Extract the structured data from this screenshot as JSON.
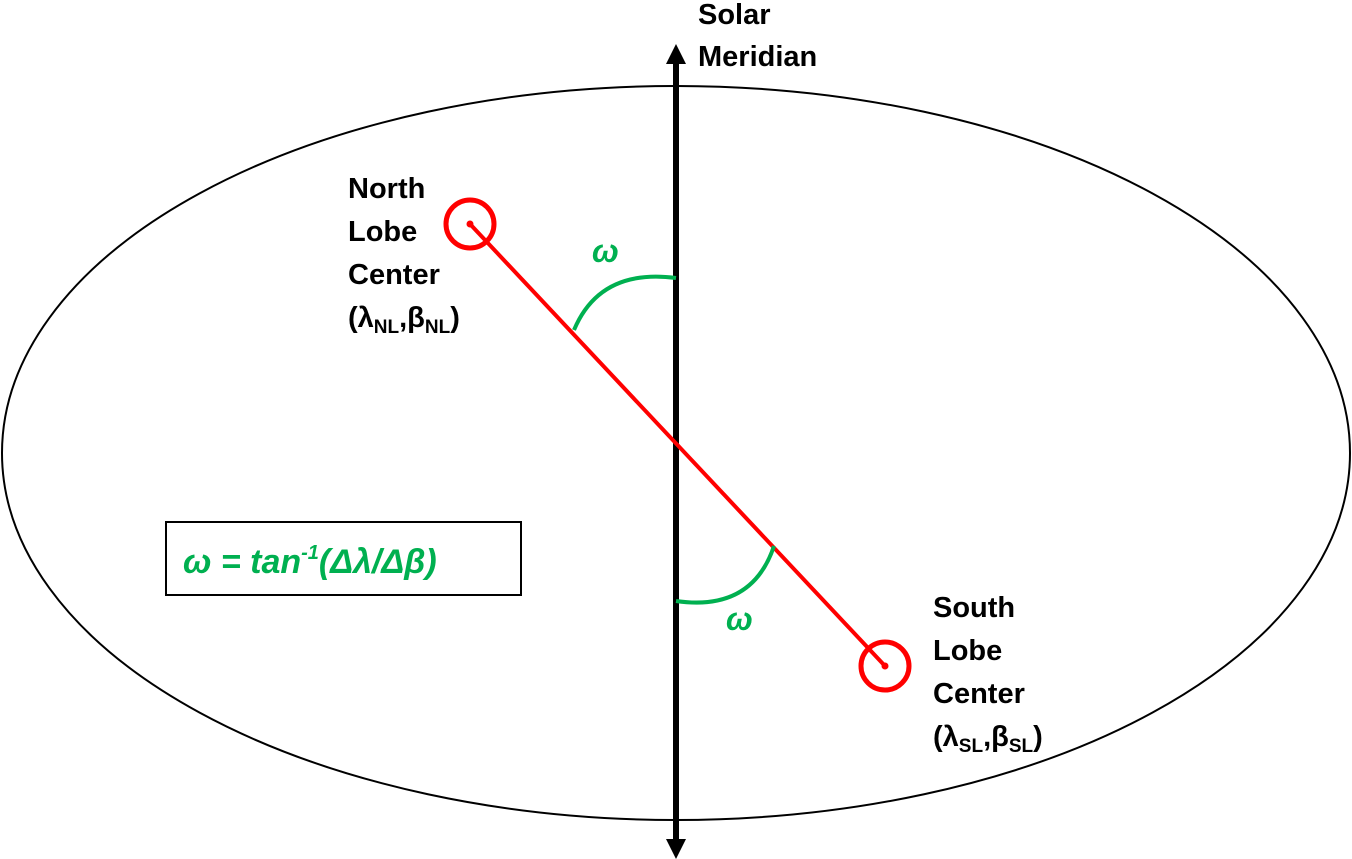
{
  "colors": {
    "outline": "#000000",
    "lobe_axis": "#ff0000",
    "angle": "#00b050"
  },
  "meridian_label": {
    "line1": "Solar",
    "line2": "Meridian"
  },
  "north_lobe": {
    "line1": "North",
    "line2": "Lobe",
    "line3": "Center",
    "coord_open": "(λ",
    "coord_sub1": "NL",
    "coord_sep": ",β",
    "coord_sub2": "NL",
    "coord_close": ")"
  },
  "south_lobe": {
    "line1": "South",
    "line2": "Lobe",
    "line3": "Center",
    "coord_open": "(λ",
    "coord_sub1": "SL",
    "coord_sep": ",β",
    "coord_sub2": "SL",
    "coord_close": ")"
  },
  "angle_label_top": "ω",
  "angle_label_bottom": "ω",
  "formula": {
    "main": "ω = tan",
    "superscript": "-1",
    "rest": "(Δλ/Δβ)"
  }
}
